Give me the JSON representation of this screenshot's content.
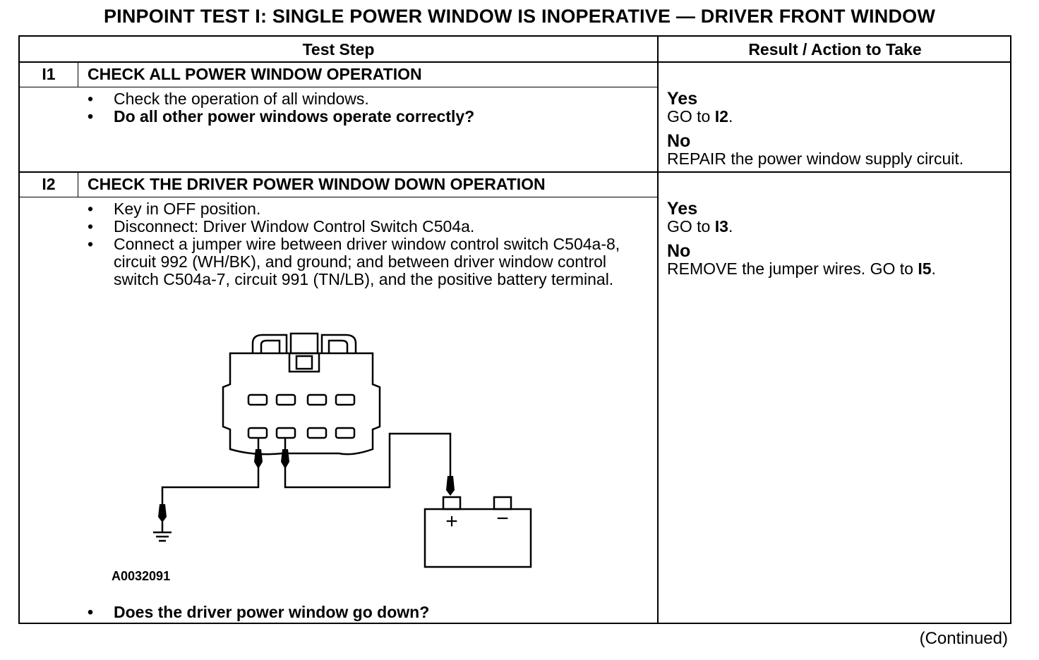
{
  "title": "PINPOINT TEST I: SINGLE POWER WINDOW IS INOPERATIVE — DRIVER FRONT WINDOW",
  "headers": {
    "test_step": "Test Step",
    "result": "Result / Action to Take"
  },
  "steps": [
    {
      "id": "I1",
      "title": "CHECK ALL POWER WINDOW OPERATION",
      "bullets": [
        "Check the operation of all windows.",
        "Do all other power windows operate correctly?"
      ],
      "results": [
        {
          "label": "Yes",
          "pre": "GO to ",
          "ref": "I2",
          "post": "."
        },
        {
          "label": "No",
          "text": "REPAIR the power window supply circuit."
        }
      ]
    },
    {
      "id": "I2",
      "title": "CHECK THE DRIVER POWER WINDOW DOWN OPERATION",
      "bullets": [
        "Key in OFF position.",
        "Disconnect: Driver Window Control Switch C504a.",
        "Connect a jumper wire between driver window control switch C504a-8, circuit 992 (WH/BK), and ground; and between driver window control switch C504a-7, circuit 991 (TN/LB), and the positive battery terminal."
      ],
      "figure_id": "A0032091",
      "question": "Does the driver power window go down?",
      "results": [
        {
          "label": "Yes",
          "pre": "GO to ",
          "ref": "I3",
          "post": "."
        },
        {
          "label": "No",
          "pre": "REMOVE the jumper wires. GO to ",
          "ref": "I5",
          "post": "."
        }
      ]
    }
  ],
  "diagram": {
    "plus": "+",
    "minus": "−"
  },
  "continued": "(Continued)"
}
